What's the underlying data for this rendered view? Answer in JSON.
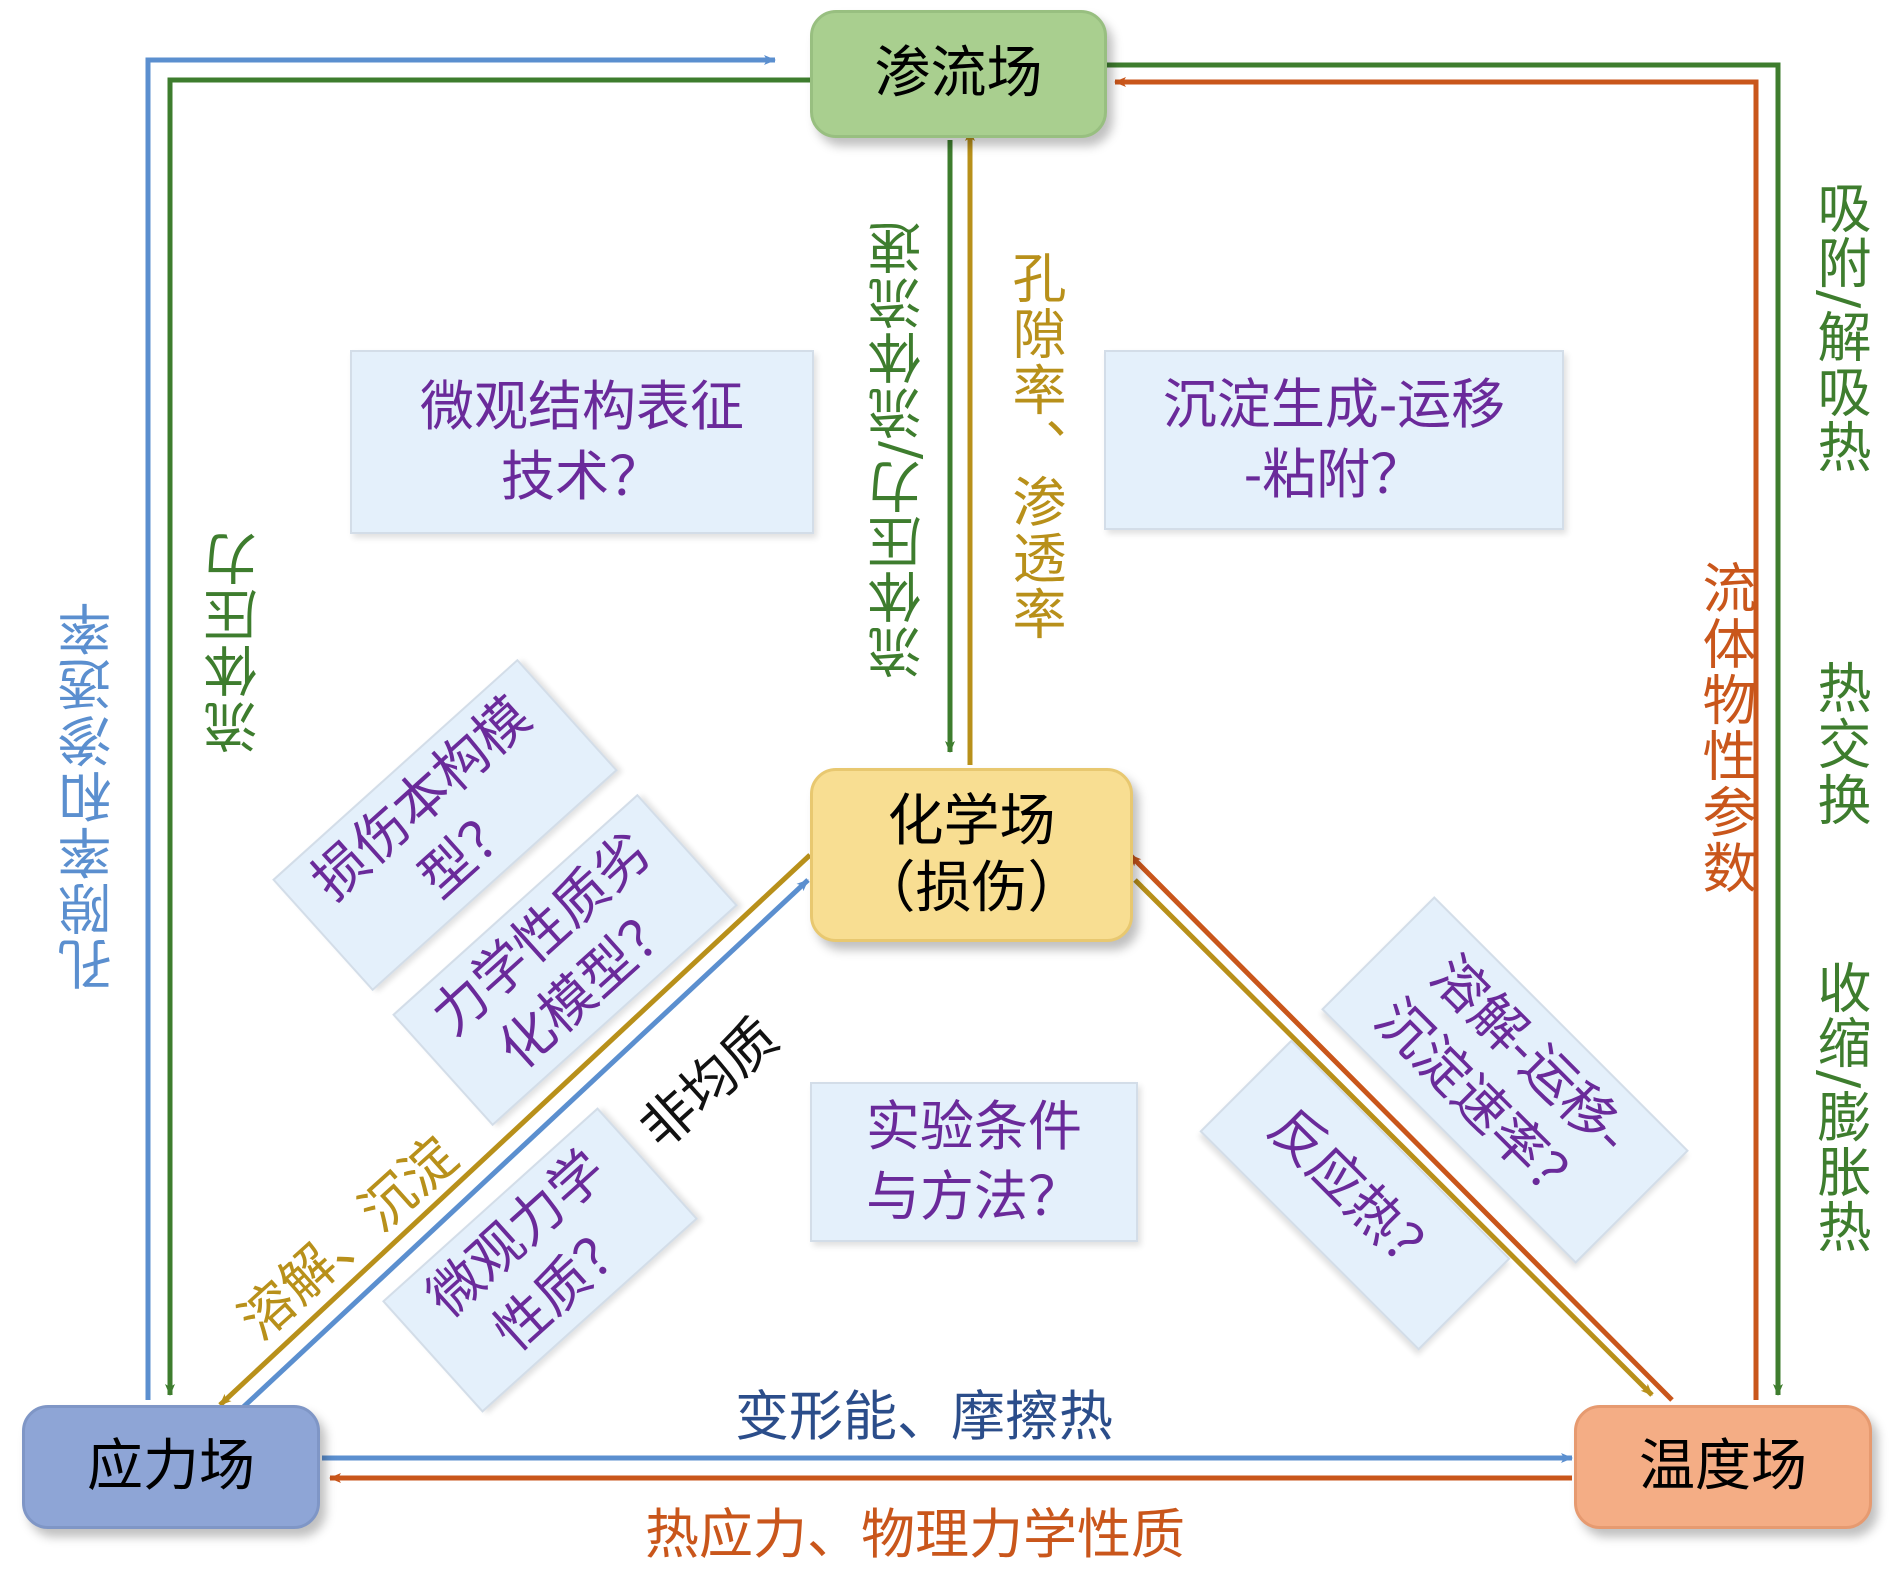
{
  "nodes": {
    "seepage": "渗流场",
    "chemical_line1": "化学场",
    "chemical_line2": "（损伤）",
    "stress": "应力场",
    "temperature": "温度场"
  },
  "questions": {
    "micro_structure": [
      "微观结构表征",
      "技术？"
    ],
    "precipitation": [
      "沉淀生成-运移",
      "-粘附？"
    ],
    "damage_model": [
      "损伤本构模",
      "型？"
    ],
    "degradation_model": [
      "力学性质劣",
      "化模型？"
    ],
    "micro_mechanics": [
      "微观力学",
      "性质？"
    ],
    "experiment": [
      "实验条件",
      "与方法？"
    ],
    "dissolution_rate": [
      "溶解-运移-",
      "沉淀速率？"
    ],
    "reaction_heat": [
      "反应热？"
    ]
  },
  "edge_labels": {
    "porosity_permeability_left": "孔隙率和渗透率",
    "fluid_pressure_left": "流体压力",
    "fluid_pressure_velocity": "流体压力/流体流速",
    "porosity_permeability_center": "孔隙率、渗透率",
    "adsorption": "吸附/解吸热",
    "fluid_properties": "流体物性参数",
    "heat_exchange": "热交换",
    "shrink_expand": "收缩/膨胀热",
    "heterogeneous": "非均质",
    "dissolution_precipitation": "溶解、沉淀",
    "deformation_friction": "变形能、摩擦热",
    "thermal_stress": "热应力、物理力学性质"
  },
  "colors": {
    "blue": "#5b8fcf",
    "green": "#3e7d2e",
    "orange": "#c9561b",
    "gold": "#b8901a",
    "purple": "#6a2a9a",
    "navy": "#2b4d8a",
    "black": "#111111",
    "seepage_fill": "#a9cf8f",
    "chemical_fill": "#f8de92",
    "stress_fill": "#8ea5d6",
    "temperature_fill": "#f4ad85",
    "question_fill": "#e4f0fb"
  }
}
